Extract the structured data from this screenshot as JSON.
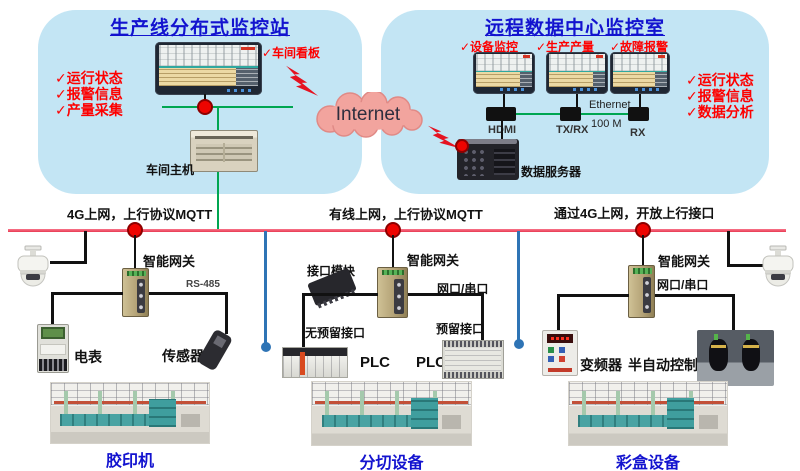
{
  "internet": {
    "label": "Internet"
  },
  "panel_left": {
    "title": "生产线分布式监控站",
    "checklist": [
      "✓运行状态",
      "✓报警信息",
      "✓产量采集"
    ],
    "board_label": "✓车间看板",
    "host_label": "车间主机"
  },
  "panel_right": {
    "title": "远程数据中心监控室",
    "monitor_labels": [
      "✓设备监控",
      "✓生产产量",
      "✓故障报警"
    ],
    "converter_labels": [
      "HDMI",
      "TX/RX",
      "RX"
    ],
    "ethernet_label": "Ethernet",
    "speed_label": "100 M",
    "server_label": "数据服务器",
    "checklist": [
      "✓运行状态",
      "✓报警信息",
      "✓数据分析"
    ]
  },
  "bus": {
    "labels": [
      "4G上网，上行协议MQTT",
      "有线上网，上行协议MQTT",
      "通过4G上网，开放上行接口"
    ]
  },
  "branch_left": {
    "gateway_label": "智能网关",
    "link_label": "RS-485",
    "device1": "电表",
    "device2": "传感器",
    "factory_label": "胶印机"
  },
  "branch_mid": {
    "gateway_label": "智能网关",
    "module_label": "接口模块",
    "port_label": "网口/串口",
    "no_reserved_label": "无预留接口",
    "reserved_label": "预留接口",
    "device1": "PLC",
    "device2": "PLC",
    "factory_label": "分切设备"
  },
  "branch_right": {
    "gateway_label": "智能网关",
    "port_label": "网口/串口",
    "device1": "变频器",
    "device2": "半自动控制器",
    "factory_label": "彩盒设备"
  },
  "colors": {
    "panel_bg": "#c3e5f4",
    "title_blue": "#1313cf",
    "alert_red": "#fe0000",
    "bus_red": "#e93a52",
    "line_green": "#00a651",
    "separator_blue": "#2e74b5",
    "cloud_pink": "#f2a49e"
  }
}
